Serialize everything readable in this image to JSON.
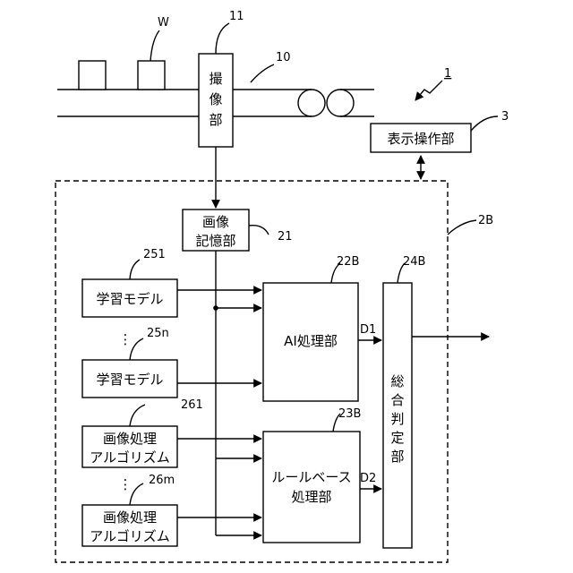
{
  "labels": {
    "workpiece": "W",
    "conveyor": "10",
    "camera_ref": "11",
    "camera": [
      "撮",
      "像",
      "部"
    ],
    "system_ref": "1",
    "display_ref": "3",
    "display": "表示操作部",
    "processor_ref": "2B",
    "image_store": [
      "画像",
      "記憶部"
    ],
    "image_store_ref": "21",
    "ai_ref": "22B",
    "ai": "AI処理部",
    "judge_ref": "24B",
    "judge": [
      "総",
      "合",
      "判",
      "定",
      "部"
    ],
    "model_1_ref": "251",
    "model_1": "学習モデル",
    "model_n_ref": "25n",
    "model_n": "学習モデル",
    "rule_ref": "23B",
    "rule": [
      "ルールベース",
      "処理部"
    ],
    "algo_1_ref": "261",
    "algo_1": [
      "画像処理",
      "アルゴリズム"
    ],
    "algo_m_ref": "26m",
    "algo_m": [
      "画像処理",
      "アルゴリズム"
    ],
    "d1": "D1",
    "d2": "D2",
    "ellipsis": "⋮"
  }
}
